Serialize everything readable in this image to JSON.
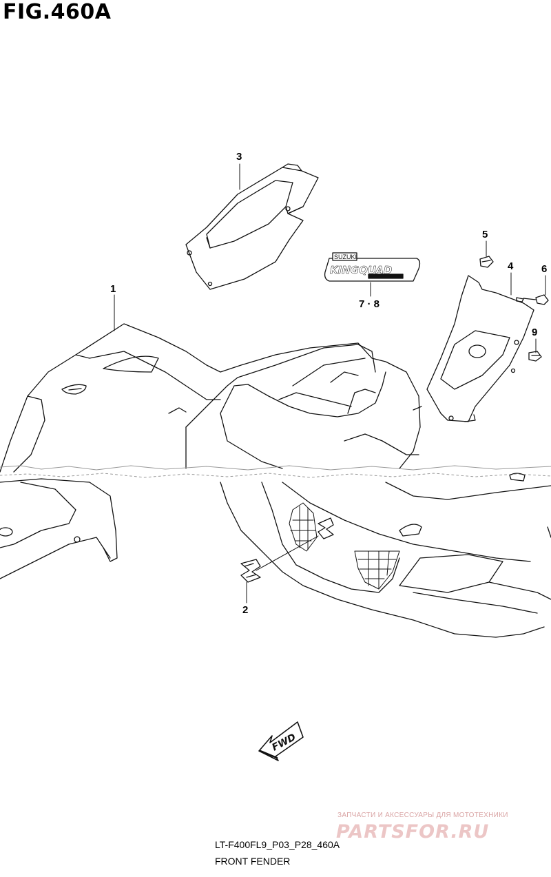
{
  "figure": {
    "title": "FIG.460A"
  },
  "callouts": {
    "c1": "1",
    "c2": "2",
    "c3": "3",
    "c4": "4",
    "c5": "5",
    "c6": "6",
    "c78": "7 · 8",
    "c9": "9"
  },
  "decal": {
    "brand": "SUZUKI",
    "model": "KINGQUAD"
  },
  "direction_marker": "FWD",
  "footer": {
    "code": "LT-F400FL9_P03_P28_460A",
    "caption": "FRONT FENDER"
  },
  "watermark": {
    "tagline": "ЗАПЧАСТИ И АКСЕССУАРЫ ДЛЯ МОТОТЕХНИКИ",
    "site": "PARTSFOR.RU"
  }
}
